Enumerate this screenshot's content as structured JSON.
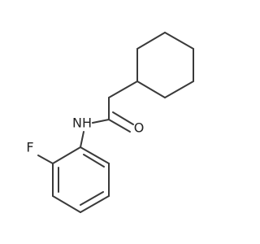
{
  "structure": {
    "atoms": {
      "oxygen": "O",
      "nitrogen_hydrogen": "NH",
      "fluorine": "F"
    },
    "colors": {
      "bond": "#3a3a3a",
      "label": "#222222",
      "background": "#ffffff"
    }
  }
}
